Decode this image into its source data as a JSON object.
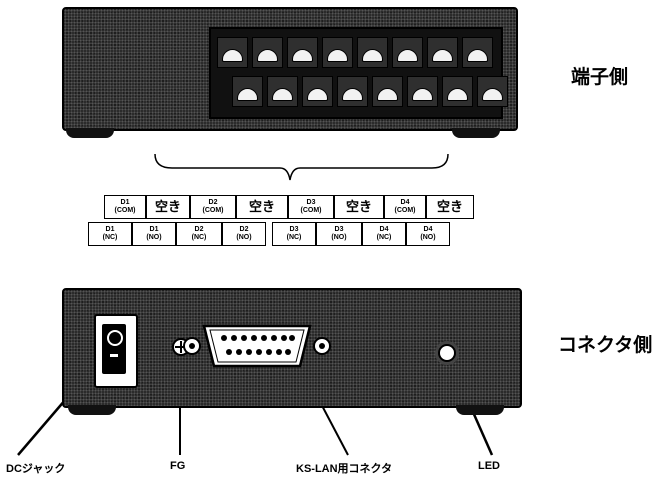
{
  "labels": {
    "terminal_side": "端子側",
    "connector_side": "コネクタ側"
  },
  "tags_top": [
    {
      "line1": "D1",
      "line2": "(COM)"
    },
    {
      "line1": "空き",
      "line2": ""
    },
    {
      "line1": "D2",
      "line2": "(COM)"
    },
    {
      "line1": "空き",
      "line2": ""
    },
    {
      "line1": "D3",
      "line2": "(COM)"
    },
    {
      "line1": "空き",
      "line2": ""
    },
    {
      "line1": "D4",
      "line2": "(COM)"
    },
    {
      "line1": "空き",
      "line2": ""
    }
  ],
  "tags_bottom": [
    {
      "line1": "D1",
      "line2": "(NC)"
    },
    {
      "line1": "D1",
      "line2": "(NO)"
    },
    {
      "line1": "D2",
      "line2": "(NC)"
    },
    {
      "line1": "D2",
      "line2": "(NO)"
    },
    {
      "line1": "D3",
      "line2": "(NC)"
    },
    {
      "line1": "D3",
      "line2": "(NO)"
    },
    {
      "line1": "D4",
      "line2": "(NC)"
    },
    {
      "line1": "D4",
      "line2": "(NO)"
    }
  ],
  "captions": {
    "dc_jack": "DCジャック",
    "fg": "FG",
    "connector": "KS-LAN用コネクタ",
    "led": "LED"
  }
}
